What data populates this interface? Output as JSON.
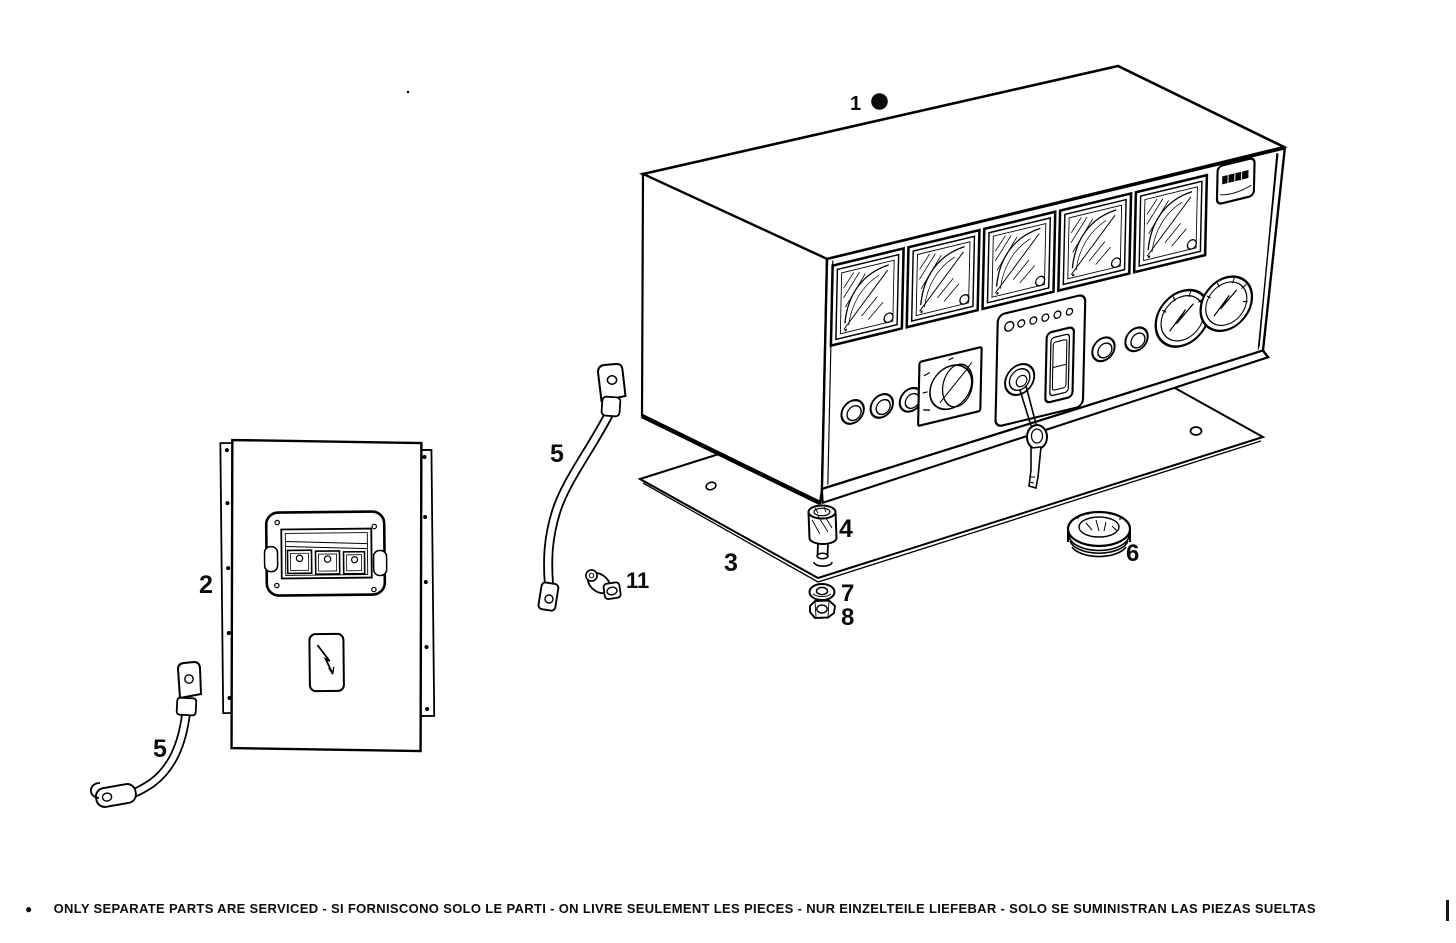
{
  "figure": {
    "callouts": {
      "panel_assembly": {
        "label": "1"
      },
      "access_panel": {
        "label": "2"
      },
      "mounting_plate": {
        "label": "3"
      },
      "vibration_mount": {
        "label": "4"
      },
      "cable_upper": {
        "label": "5"
      },
      "cable_lower": {
        "label": "5"
      },
      "grommet": {
        "label": "6"
      },
      "washer": {
        "label": "7"
      },
      "nut": {
        "label": "8"
      },
      "clamp": {
        "label": "11"
      }
    },
    "footer": {
      "bullet": "●",
      "text": "ONLY SEPARATE PARTS ARE SERVICED - SI FORNISCONO SOLO LE PARTI - ON LIVRE SEULEMENT LES PIECES - NUR EINZELTEILE LIEFEBAR - SOLO SE SUMINISTRAN LAS PIEZAS SUELTAS"
    }
  }
}
